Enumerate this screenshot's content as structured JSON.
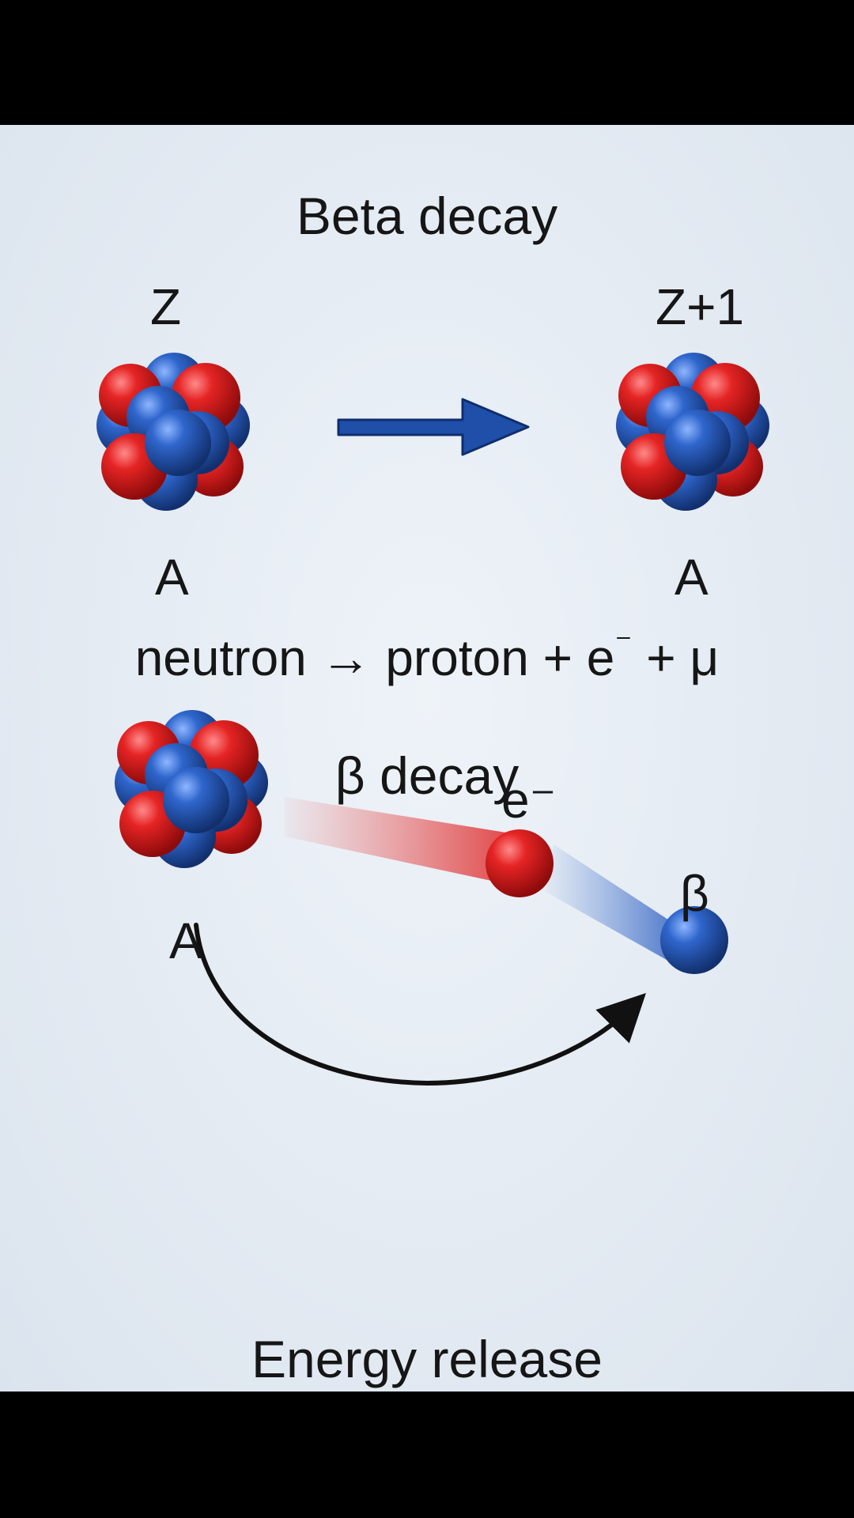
{
  "title": "Beta decay",
  "left_nucleus": {
    "top_label": "Z",
    "bottom_label": "A"
  },
  "right_nucleus": {
    "top_label": "Z+1",
    "bottom_label": "A"
  },
  "equation": {
    "part1": "neutron → proton + e",
    "superscript": "⁻",
    "part2": " + μ"
  },
  "subtitle": "β decay",
  "emission": {
    "nucleus_label": "A",
    "electron_label": "e⁻",
    "beta_label": "β"
  },
  "footer": "Energy release",
  "colors": {
    "proton": "#d01818",
    "neutron": "#2356b8",
    "arrow": "#1f4fa8",
    "background": "#e6edf4"
  },
  "icons": [
    "nucleus-icon",
    "right-arrow-icon",
    "electron-icon",
    "beta-particle-icon",
    "curved-arrow-icon"
  ]
}
